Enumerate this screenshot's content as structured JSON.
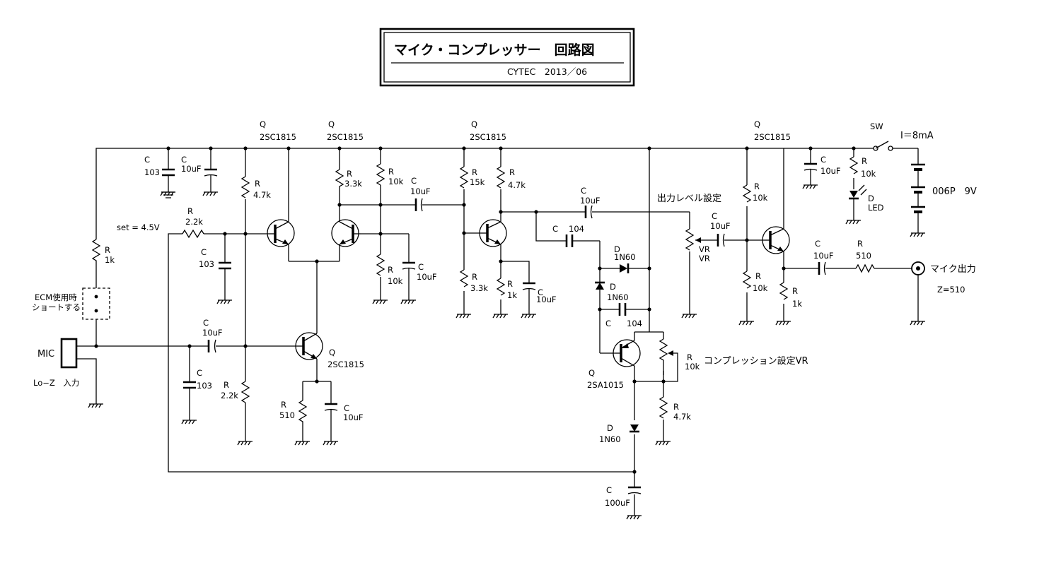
{
  "title_block": {
    "title": "マイク・コンプレッサー　回路図",
    "author_date": "CYTEC　2013／06"
  },
  "components": [
    {
      "id": "C1",
      "ref": "C",
      "value": "103"
    },
    {
      "id": "C2",
      "ref": "C",
      "value": "10uF"
    },
    {
      "id": "R1",
      "ref": "R",
      "value": "1k"
    },
    {
      "id": "R2",
      "ref": "R",
      "value": "2.2k"
    },
    {
      "id": "C3",
      "ref": "C",
      "value": "103"
    },
    {
      "id": "R3",
      "ref": "R",
      "value": "4.7k"
    },
    {
      "id": "C4",
      "ref": "C",
      "value": "10uF"
    },
    {
      "id": "C5",
      "ref": "C",
      "value": "103"
    },
    {
      "id": "R4",
      "ref": "R",
      "value": "2.2k"
    },
    {
      "id": "Q1",
      "ref": "Q",
      "value": "2SC1815"
    },
    {
      "id": "Q2",
      "ref": "Q",
      "value": "2SC1815"
    },
    {
      "id": "R5",
      "ref": "R",
      "value": "3.3k"
    },
    {
      "id": "R6",
      "ref": "R",
      "value": "10k"
    },
    {
      "id": "R7",
      "ref": "R",
      "value": "10k"
    },
    {
      "id": "C6",
      "ref": "C",
      "value": "10uF"
    },
    {
      "id": "C7",
      "ref": "C",
      "value": "10uF"
    },
    {
      "id": "Q3",
      "ref": "Q",
      "value": "2SC1815"
    },
    {
      "id": "R8",
      "ref": "R",
      "value": "510"
    },
    {
      "id": "C8",
      "ref": "C",
      "value": "10uF"
    },
    {
      "id": "Q4",
      "ref": "Q",
      "value": "2SC1815"
    },
    {
      "id": "R9",
      "ref": "R",
      "value": "15k"
    },
    {
      "id": "R10",
      "ref": "R",
      "value": "3.3k"
    },
    {
      "id": "R11",
      "ref": "R",
      "value": "4.7k"
    },
    {
      "id": "R12",
      "ref": "R",
      "value": "1k"
    },
    {
      "id": "C9",
      "ref": "C",
      "value": "10uF"
    },
    {
      "id": "C10",
      "ref": "C",
      "value": "10uF"
    },
    {
      "id": "C11",
      "ref": "C",
      "value": "104"
    },
    {
      "id": "D1",
      "ref": "D",
      "value": "1N60"
    },
    {
      "id": "D2",
      "ref": "D",
      "value": "1N60"
    },
    {
      "id": "C12",
      "ref": "C",
      "value": "104"
    },
    {
      "id": "Q5",
      "ref": "Q",
      "value": "2SA1015"
    },
    {
      "id": "R13",
      "ref": "R",
      "value": "10k"
    },
    {
      "id": "R14",
      "ref": "R",
      "value": "4.7k"
    },
    {
      "id": "D3",
      "ref": "D",
      "value": "1N60"
    },
    {
      "id": "C13",
      "ref": "C",
      "value": "100uF"
    },
    {
      "id": "C14",
      "ref": "C",
      "value": "10uF"
    },
    {
      "id": "Q6",
      "ref": "Q",
      "value": "2SC1815"
    },
    {
      "id": "R15",
      "ref": "R",
      "value": "10k"
    },
    {
      "id": "R16",
      "ref": "R",
      "value": "10k"
    },
    {
      "id": "R17",
      "ref": "R",
      "value": "1k"
    },
    {
      "id": "C15",
      "ref": "C",
      "value": "10uF"
    },
    {
      "id": "R18",
      "ref": "R",
      "value": "510"
    },
    {
      "id": "C16",
      "ref": "C",
      "value": "10uF"
    },
    {
      "id": "R19",
      "ref": "R",
      "value": "10k"
    },
    {
      "id": "D4",
      "ref": "D",
      "value": "LED"
    }
  ],
  "labels": {
    "set_voltage": "set = 4.5V",
    "ecm_note_1": "ECM使用時",
    "ecm_note_2": "ショートする",
    "mic": "MIC",
    "mic_input": "Lo−Z　入力",
    "output_level": "出力レベル設定",
    "vr1": "VR",
    "vr2": "VR",
    "compression_vr": "コンプレッション設定VR",
    "switch": "SW",
    "current": "I＝8mA",
    "battery": "006P　9V",
    "mic_output": "マイク出力",
    "impedance": "Z=510"
  }
}
